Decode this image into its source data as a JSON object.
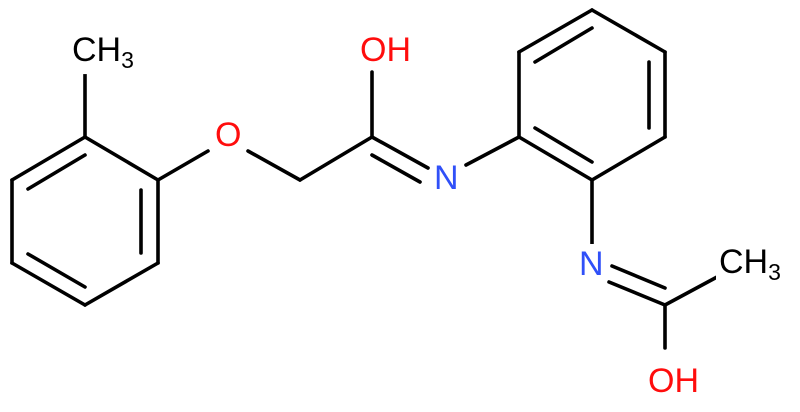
{
  "colors": {
    "background": "#FFFFFF",
    "bond": "#000000",
    "carbon": "#000000",
    "oxygen": "#FF0D0D",
    "nitrogen": "#3050F8"
  },
  "atoms": {
    "methyl_top": {
      "symbol": "CH",
      "subscript": "3",
      "element": "carbon"
    },
    "ether_o": {
      "symbol": "O",
      "element": "oxygen"
    },
    "hydroxyl_top": {
      "symbol": "OH",
      "element": "oxygen"
    },
    "imine_n_top": {
      "symbol": "N",
      "element": "nitrogen"
    },
    "imine_n_bottom": {
      "symbol": "N",
      "element": "nitrogen"
    },
    "methyl_right": {
      "symbol": "CH",
      "subscript": "3",
      "element": "carbon"
    },
    "hydroxyl_bottom": {
      "symbol": "OH",
      "element": "oxygen"
    }
  }
}
